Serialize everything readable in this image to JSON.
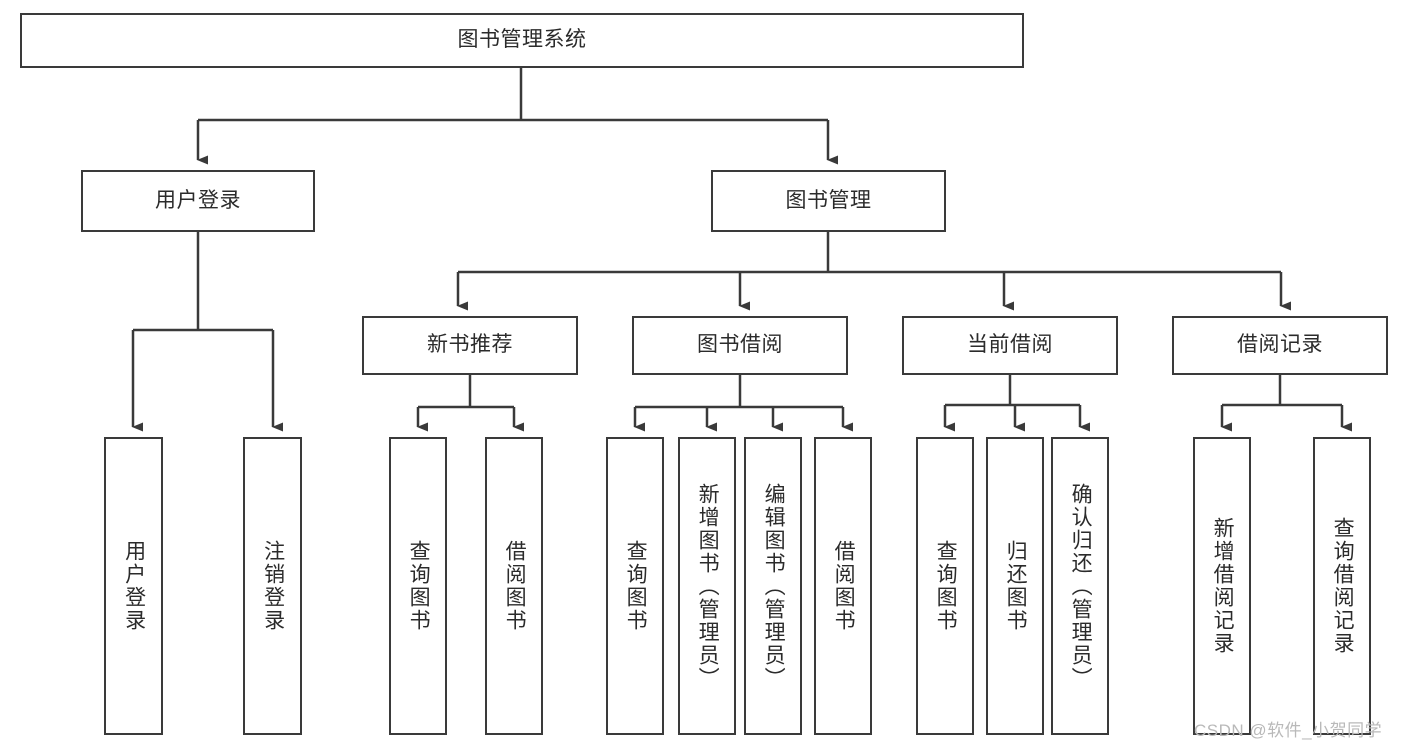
{
  "diagram": {
    "type": "tree-hierarchy-diagram",
    "title": "图书管理系统",
    "style": {
      "box_border_color": "#3a3a3a",
      "box_fill_color": "#ffffff",
      "connector_color": "#3a3a3a",
      "text_color": "#2b2b2b",
      "background_color": "#ffffff",
      "watermark_color": "#b9b9b9"
    },
    "root": {
      "id": "root",
      "label": "图书管理系统"
    },
    "level2": [
      {
        "id": "user-login",
        "label": "用户登录"
      },
      {
        "id": "book-management",
        "label": "图书管理"
      }
    ],
    "level3": [
      {
        "id": "new-book-recommend",
        "label": "新书推荐",
        "parent": "book-management"
      },
      {
        "id": "book-borrow",
        "label": "图书借阅",
        "parent": "book-management"
      },
      {
        "id": "current-borrow",
        "label": "当前借阅",
        "parent": "book-management"
      },
      {
        "id": "borrow-record",
        "label": "借阅记录",
        "parent": "book-management"
      }
    ],
    "leaves": [
      {
        "id": "leaf-user-login",
        "label": "用户登录",
        "parent": "user-login"
      },
      {
        "id": "leaf-user-logout",
        "label": "注销登录",
        "parent": "user-login"
      },
      {
        "id": "leaf-query-book-1",
        "label": "查询图书",
        "parent": "new-book-recommend"
      },
      {
        "id": "leaf-borrow-book-1",
        "label": "借阅图书",
        "parent": "new-book-recommend"
      },
      {
        "id": "leaf-query-book-2",
        "label": "查询图书",
        "parent": "book-borrow"
      },
      {
        "id": "leaf-add-book",
        "label": "新增图书（管理员）",
        "parent": "book-borrow"
      },
      {
        "id": "leaf-edit-book",
        "label": "编辑图书（管理员）",
        "parent": "book-borrow"
      },
      {
        "id": "leaf-borrow-book-2",
        "label": "借阅图书",
        "parent": "book-borrow"
      },
      {
        "id": "leaf-query-book-3",
        "label": "查询图书",
        "parent": "current-borrow"
      },
      {
        "id": "leaf-return-book",
        "label": "归还图书",
        "parent": "current-borrow"
      },
      {
        "id": "leaf-confirm-return",
        "label": "确认归还（管理员）",
        "parent": "current-borrow"
      },
      {
        "id": "leaf-add-record",
        "label": "新增借阅记录",
        "parent": "borrow-record"
      },
      {
        "id": "leaf-query-record",
        "label": "查询借阅记录",
        "parent": "borrow-record"
      }
    ],
    "watermark": "CSDN @软件_小贺同学"
  }
}
